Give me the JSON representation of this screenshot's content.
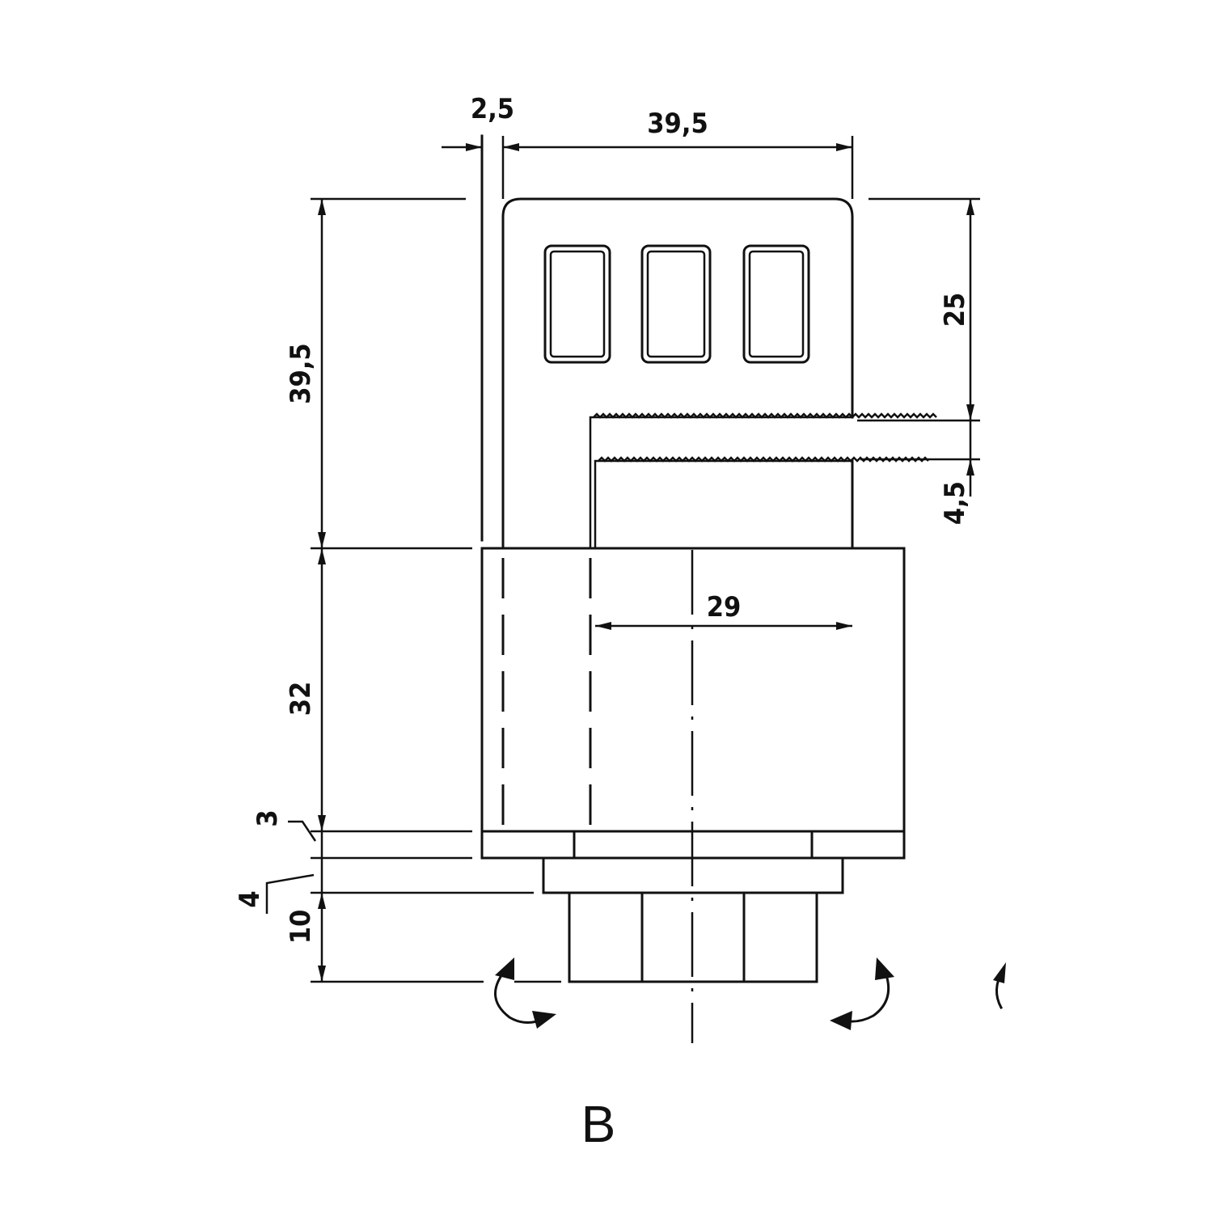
{
  "view_label": "B",
  "dimensions": {
    "thickness": "2,5",
    "width": "39,5",
    "plate_height": "39,5",
    "window_height": "25",
    "slot_height": "4,5",
    "slot_width": "29",
    "body_height": "32",
    "band_height": "3",
    "flange_height": "4",
    "nut_height": "10"
  },
  "colors": {
    "line": "#111111",
    "background": "#ffffff"
  }
}
